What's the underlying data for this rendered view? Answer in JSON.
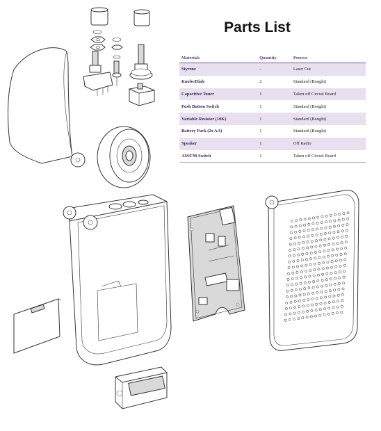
{
  "title": "Parts List",
  "parts_table": {
    "headers": [
      "Materials",
      "Quantity",
      "Process"
    ],
    "rows": [
      {
        "material": "Styrene",
        "quantity": "-",
        "process": "Laser Cut"
      },
      {
        "material": "Knobs/Dials",
        "quantity": "2",
        "process": "Standard (Bought)"
      },
      {
        "material": "Capacitive Tuner",
        "quantity": "1",
        "process": "Taken off Circuit Board"
      },
      {
        "material": "Push Button Switch",
        "quantity": "1",
        "process": "Standard (Bought)"
      },
      {
        "material": "Variable Resistor (10K)",
        "quantity": "1",
        "process": "Standard (Bought)"
      },
      {
        "material": "Battery Pack (2x AA)",
        "quantity": "1",
        "process": "Standard (Bought)"
      },
      {
        "material": "Speaker",
        "quantity": "1",
        "process": "Off Radio"
      },
      {
        "material": "AM/FM Switch",
        "quantity": "1",
        "process": "Taken off Circuit Board"
      }
    ]
  },
  "colors": {
    "table_header_text": "#5b3f7c",
    "row_shade": "#e8e0ef",
    "line_art": "#333333"
  }
}
